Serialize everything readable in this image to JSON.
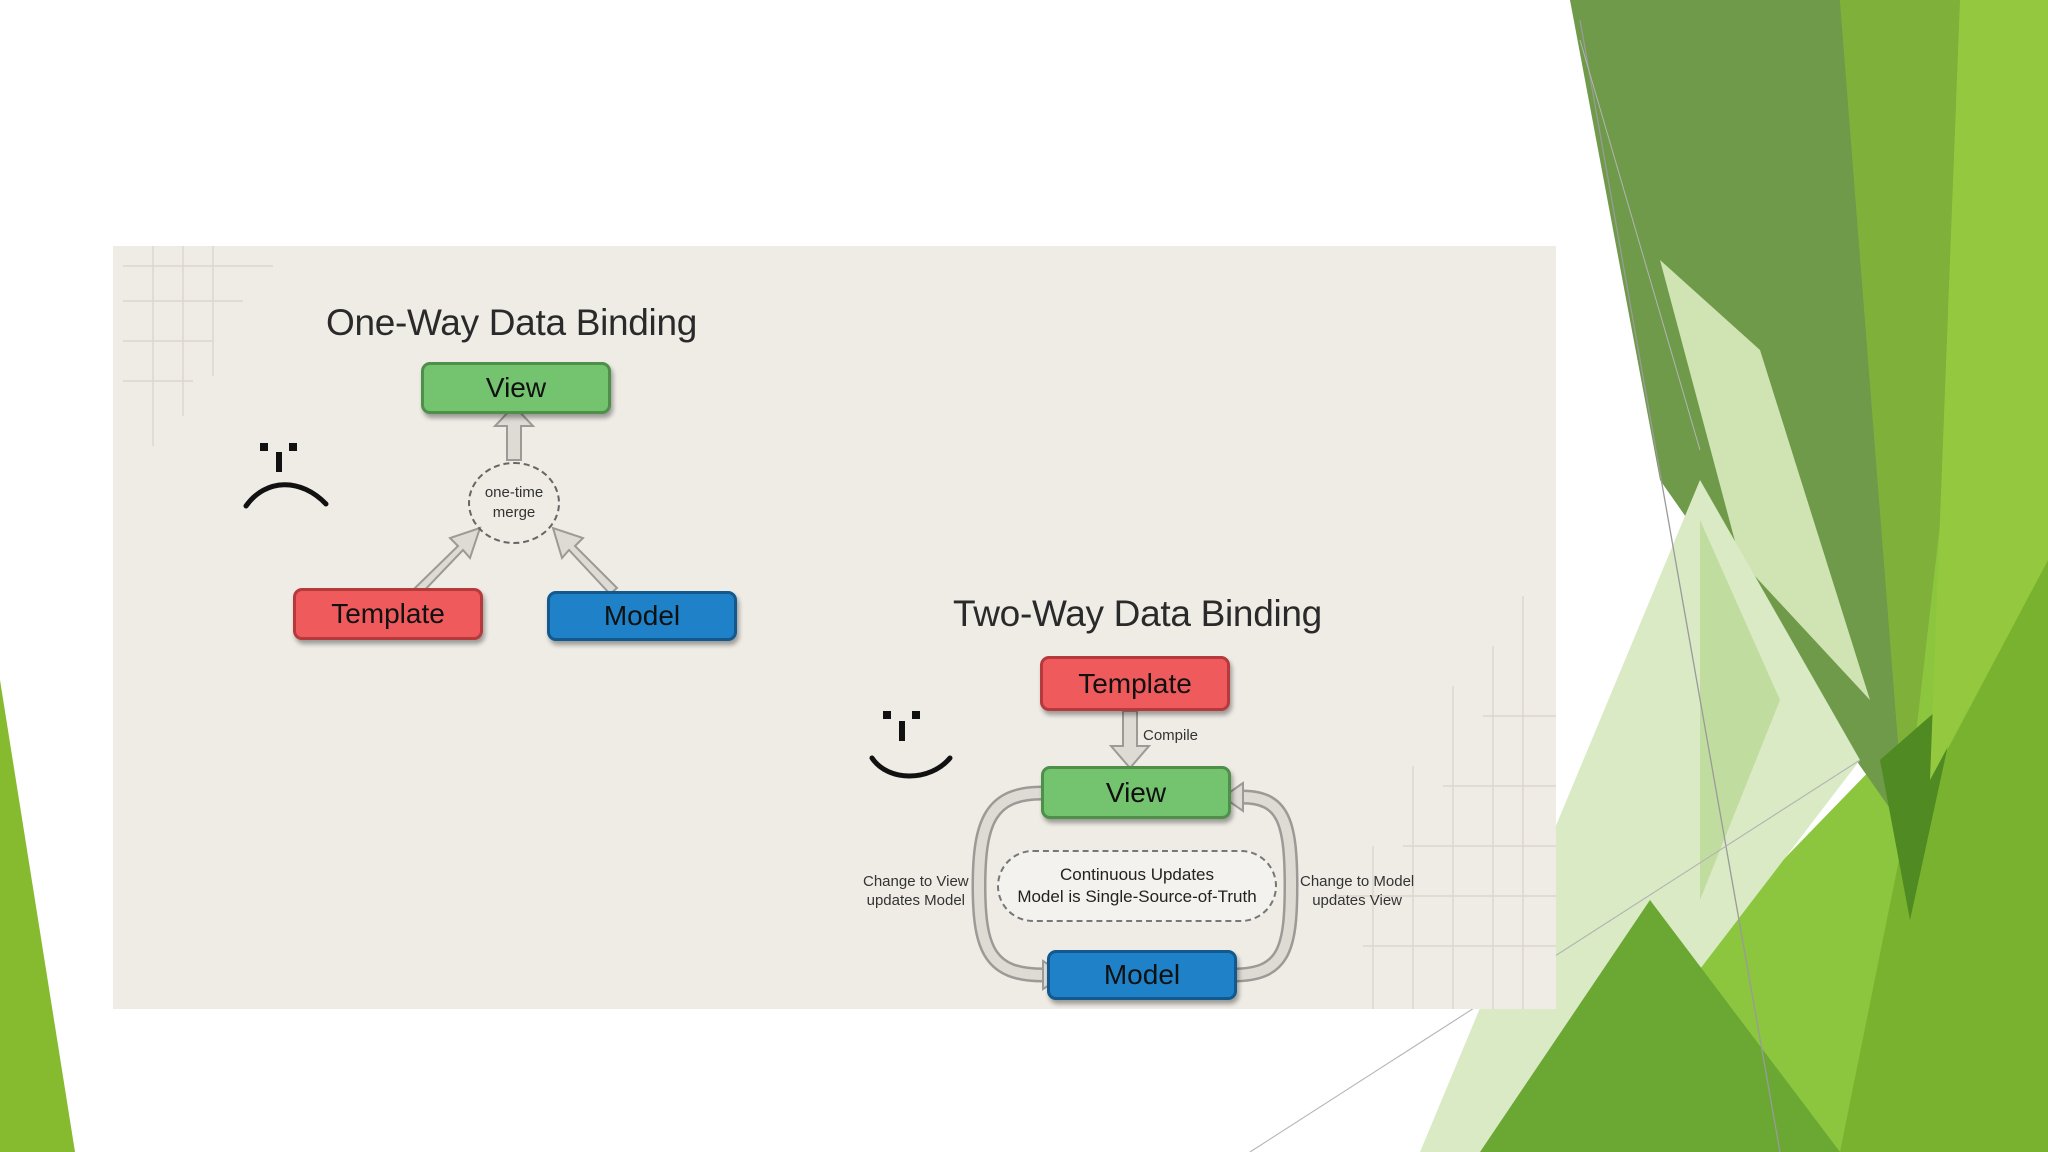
{
  "one_way": {
    "title": "One-Way Data Binding",
    "view_label": "View",
    "template_label": "Template",
    "model_label": "Model",
    "merge_line1": "one-time",
    "merge_line2": "merge"
  },
  "two_way": {
    "title": "Two-Way Data Binding",
    "template_label": "Template",
    "compile_label": "Compile",
    "view_label": "View",
    "model_label": "Model",
    "updates_line1": "Continuous Updates",
    "updates_line2": "Model is Single-Source-of-Truth",
    "left_note_line1": "Change to View",
    "left_note_line2": "updates Model",
    "right_note_line1": "Change to Model",
    "right_note_line2": "updates View"
  },
  "colors": {
    "view": "#74c36f",
    "template": "#ef5a5d",
    "model": "#1f82c8",
    "panel": "#efece6",
    "accent_green": "#76b82a"
  },
  "icons": {
    "one_way_face": "sad-face-icon",
    "two_way_face": "smiley-face-icon"
  }
}
